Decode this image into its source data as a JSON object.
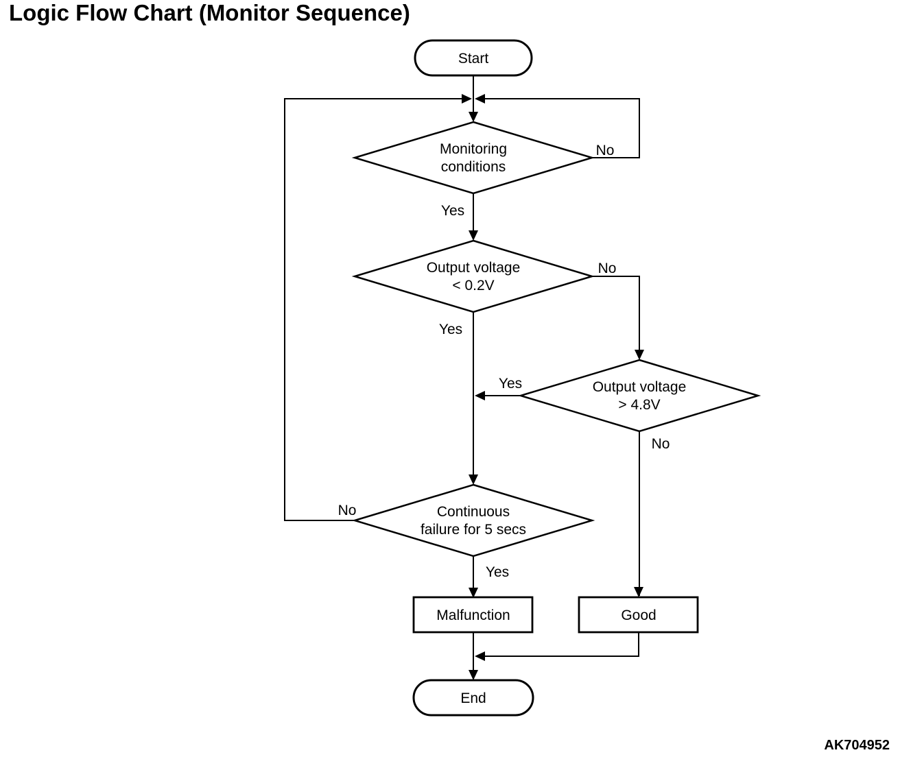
{
  "page": {
    "title": "Logic Flow Chart (Monitor Sequence)",
    "figure_code": "AK704952"
  },
  "colors": {
    "stroke": "#000000",
    "background": "#ffffff",
    "text": "#000000"
  },
  "flowchart": {
    "nodes": [
      {
        "id": "start",
        "type": "terminator",
        "label": "Start"
      },
      {
        "id": "monitoring-conditions",
        "type": "decision",
        "label": "Monitoring conditions",
        "line1": "Monitoring",
        "line2": "conditions"
      },
      {
        "id": "output-voltage-low",
        "type": "decision",
        "label": "Output voltage < 0.2V",
        "line1": "Output voltage",
        "line2": "< 0.2V"
      },
      {
        "id": "output-voltage-high",
        "type": "decision",
        "label": "Output voltage > 4.8V",
        "line1": "Output voltage",
        "line2": "> 4.8V"
      },
      {
        "id": "continuous-failure",
        "type": "decision",
        "label": "Continuous failure for 5 secs",
        "line1": "Continuous",
        "line2": "failure for 5 secs"
      },
      {
        "id": "malfunction",
        "type": "process",
        "label": "Malfunction"
      },
      {
        "id": "good",
        "type": "process",
        "label": "Good"
      },
      {
        "id": "end",
        "type": "terminator",
        "label": "End"
      }
    ],
    "edges": [
      {
        "from": "start",
        "to": "monitoring-conditions"
      },
      {
        "from": "monitoring-conditions",
        "to": "output-voltage-low",
        "label": "Yes"
      },
      {
        "from": "monitoring-conditions",
        "to": "monitoring-conditions",
        "label": "No"
      },
      {
        "from": "output-voltage-low",
        "to": "continuous-failure",
        "label": "Yes"
      },
      {
        "from": "output-voltage-low",
        "to": "output-voltage-high",
        "label": "No"
      },
      {
        "from": "output-voltage-high",
        "to": "continuous-failure",
        "label": "Yes"
      },
      {
        "from": "output-voltage-high",
        "to": "good",
        "label": "No"
      },
      {
        "from": "continuous-failure",
        "to": "malfunction",
        "label": "Yes"
      },
      {
        "from": "continuous-failure",
        "to": "monitoring-conditions",
        "label": "No"
      },
      {
        "from": "malfunction",
        "to": "end"
      },
      {
        "from": "good",
        "to": "end"
      }
    ]
  }
}
